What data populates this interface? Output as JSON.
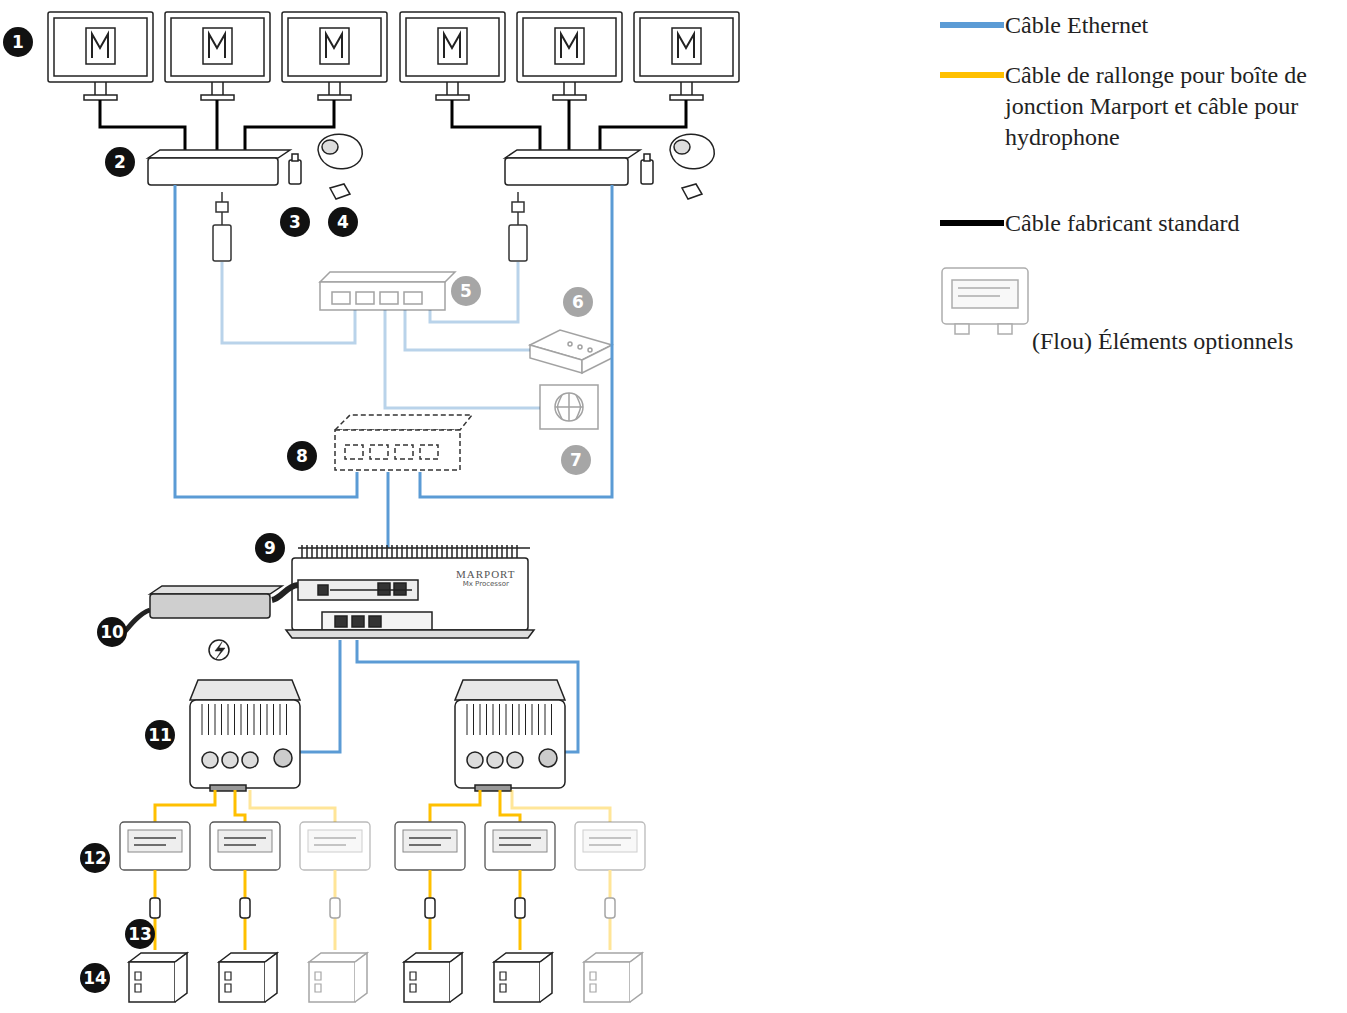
{
  "diagram": {
    "nodes": [
      {
        "text": [
          "MARPORT",
          "Mx Processor"
        ]
      }
    ],
    "labels": [
      "1",
      "2",
      "3",
      "4",
      "5",
      "6",
      "7",
      "8",
      "9",
      "10",
      "11",
      "12",
      "13",
      "14"
    ],
    "legend": [
      {
        "text": "Câble Ethernet",
        "color": "#5b9bd5"
      },
      {
        "text": "Câble de rallonge pour boîte de jonction Marport et câble pour hydrophone",
        "color": "#ffc000"
      },
      {
        "text": "Câble fabricant standard",
        "color": "#000000"
      },
      {
        "text": "(Flou) Éléments optionnels"
      }
    ]
  }
}
